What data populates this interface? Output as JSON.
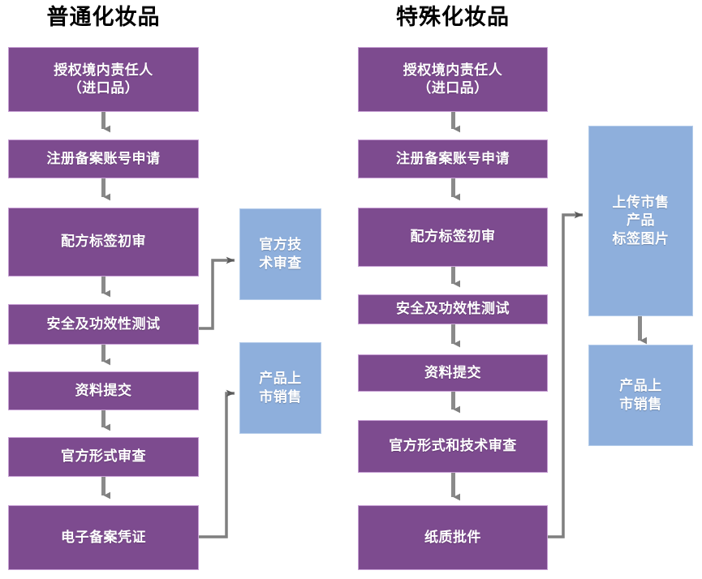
{
  "diagram": {
    "title_normal": "普通化妆品",
    "title_special": "特殊化妆品",
    "colors": {
      "purple": "#7D4B8F",
      "purple_border": "#C79FD4",
      "blue": "#8EAFDC",
      "blue_border": "#B4CCEA",
      "connector": "#7F7F7F",
      "text": "#FFFFFF",
      "title_text": "#000000",
      "background": "#FFFFFF"
    },
    "normal_flow": [
      {
        "id": "n1",
        "line1": "授权境内责任人",
        "line2": "（进口品）"
      },
      {
        "id": "n2",
        "line1": "注册备案账号申请",
        "line2": ""
      },
      {
        "id": "n3",
        "line1": "配方标签初审",
        "line2": ""
      },
      {
        "id": "n4",
        "line1": "安全及功效性测试",
        "line2": ""
      },
      {
        "id": "n5",
        "line1": "资料提交",
        "line2": ""
      },
      {
        "id": "n6",
        "line1": "官方形式审查",
        "line2": ""
      },
      {
        "id": "n7",
        "line1": "电子备案凭证",
        "line2": ""
      }
    ],
    "normal_outputs": [
      {
        "id": "nb1",
        "line1": "官方技",
        "line2": "术审查",
        "line3": ""
      },
      {
        "id": "nb2",
        "line1": "产品上",
        "line2": "市销售",
        "line3": ""
      }
    ],
    "special_flow": [
      {
        "id": "s1",
        "line1": "授权境内责任人",
        "line2": "（进口品）"
      },
      {
        "id": "s2",
        "line1": "注册备案账号申请",
        "line2": ""
      },
      {
        "id": "s3",
        "line1": "配方标签初审",
        "line2": ""
      },
      {
        "id": "s4",
        "line1": "安全及功效性测试",
        "line2": ""
      },
      {
        "id": "s5",
        "line1": "资料提交",
        "line2": ""
      },
      {
        "id": "s6",
        "line1": "官方形式和技术审查",
        "line2": ""
      },
      {
        "id": "s7",
        "line1": "纸质批件",
        "line2": ""
      }
    ],
    "special_outputs": [
      {
        "id": "sb1",
        "line1": "上传市售",
        "line2": "产品",
        "line3": "标签图片"
      },
      {
        "id": "sb2",
        "line1": "产品上",
        "line2": "市销售",
        "line3": ""
      }
    ]
  }
}
